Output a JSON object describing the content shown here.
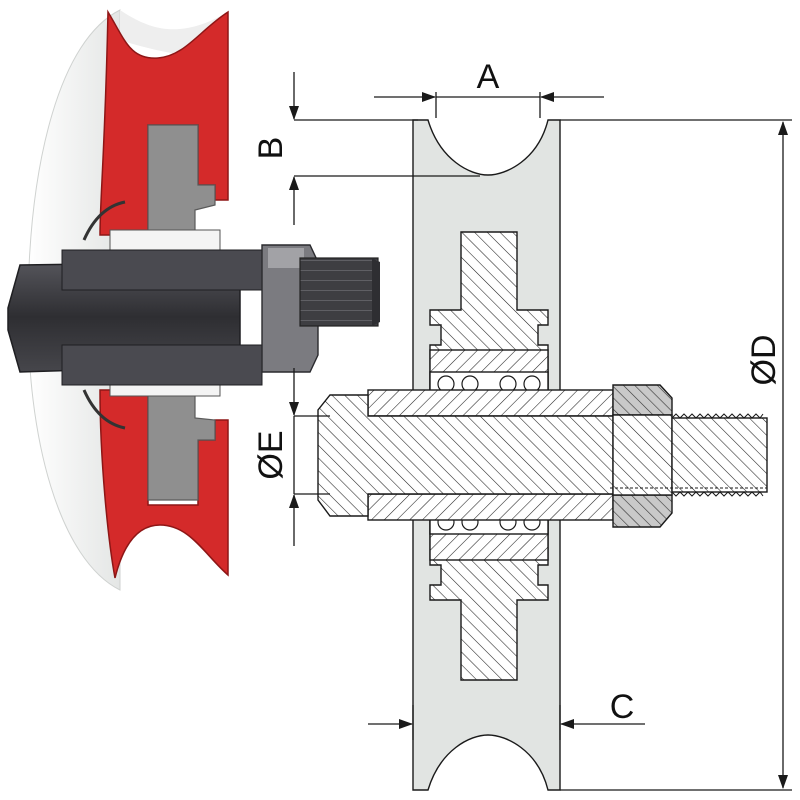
{
  "labels": {
    "a": "A",
    "b": "B",
    "c": "C",
    "d": "ØD",
    "e": "ØE"
  },
  "colors": {
    "rubber_red": "#d42a2a",
    "rubber_dark": "#9c1a1a",
    "hub_grey": "#9a9a9a",
    "axle_dark": "#3e3e42",
    "wheel_light": "#e1e4e2",
    "bearing_light": "#f2f2f2",
    "line": "#1a1a1a"
  },
  "icons": [
    "pulley-cutaway-illustration",
    "pulley-section-drawing",
    "dimension-arrow"
  ]
}
